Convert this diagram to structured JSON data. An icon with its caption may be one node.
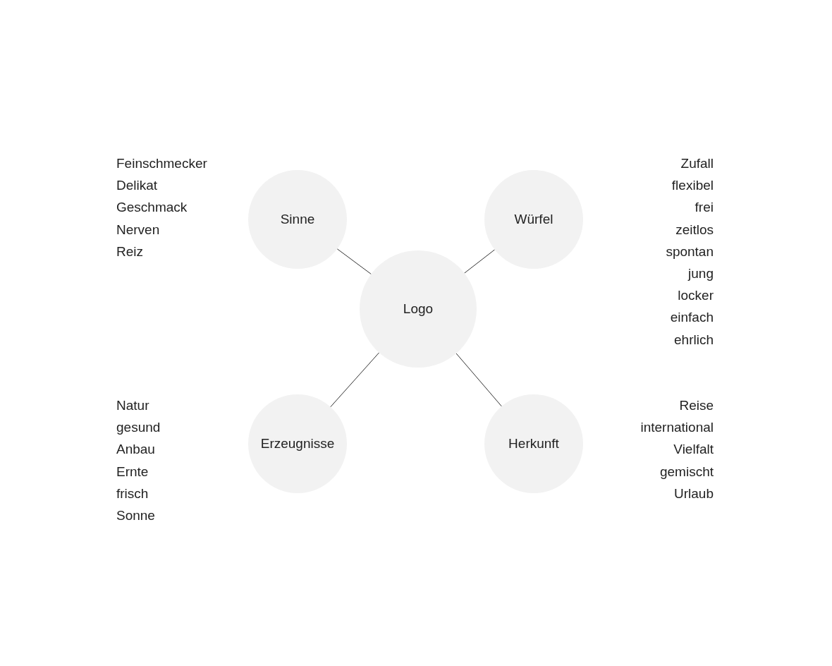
{
  "diagram": {
    "nodes": [
      {
        "text": [
          "Logo"
        ]
      },
      {
        "text": [
          "Sinne"
        ]
      },
      {
        "text": [
          "Würfel"
        ]
      },
      {
        "text": [
          "Erzeugnisse"
        ]
      },
      {
        "text": [
          "Herkunft"
        ]
      }
    ],
    "edges": [
      {
        "from": 0,
        "to": 1,
        "arrow": "none"
      },
      {
        "from": 0,
        "to": 2,
        "arrow": "none"
      },
      {
        "from": 0,
        "to": 3,
        "arrow": "none"
      },
      {
        "from": 0,
        "to": 4,
        "arrow": "none"
      }
    ],
    "labels": [
      "Feinschmecker",
      "Delikat",
      "Geschmack",
      "Nerven",
      "Reiz",
      "Zufall",
      "flexibel",
      "frei",
      "zeitlos",
      "spontan",
      "jung",
      "locker",
      "einfach",
      "ehrlich",
      "Natur",
      "gesund",
      "Anbau",
      "Ernte",
      "frisch",
      "Sonne",
      "Reise",
      "international",
      "Vielfalt",
      "gemischt",
      "Urlaub"
    ]
  }
}
